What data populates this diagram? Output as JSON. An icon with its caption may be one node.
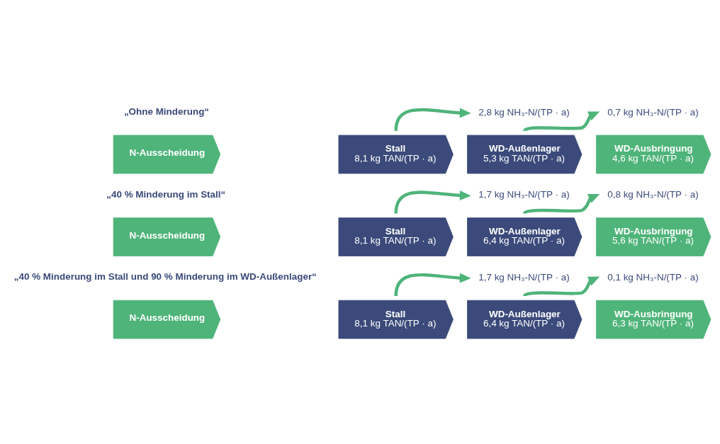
{
  "diagram": {
    "nodes": [
      {
        "text": [
          "N-Ausscheidung"
        ]
      },
      {
        "text": [
          "Stall",
          "8,1 kg TAN/(TP · a)"
        ]
      },
      {
        "text": [
          "WD-Außenlager",
          "5,3 kg TAN/(TP · a)"
        ]
      },
      {
        "text": [
          "WD-Ausbringung",
          "4,6 kg TAN/(TP · a)"
        ]
      },
      {
        "text": [
          "2,8 kg NH₃-N/(TP · a)"
        ]
      },
      {
        "text": [
          "0,7 kg NH₃-N/(TP · a)"
        ]
      },
      {
        "text": [
          "N-Ausscheidung"
        ]
      },
      {
        "text": [
          "Stall",
          "8,1 kg TAN/(TP · a)"
        ]
      },
      {
        "text": [
          "WD-Außenlager",
          "6,4 kg TAN/(TP · a)"
        ]
      },
      {
        "text": [
          "WD-Ausbringung",
          "5,6 kg TAN/(TP · a)"
        ]
      },
      {
        "text": [
          "1,7 kg NH₃-N/(TP · a)"
        ]
      },
      {
        "text": [
          "0,8 kg NH₃-N/(TP · a)"
        ]
      },
      {
        "text": [
          "N-Ausscheidung"
        ]
      },
      {
        "text": [
          "Stall",
          "8,1 kg TAN/(TP · a)"
        ]
      },
      {
        "text": [
          "WD-Außenlager",
          "6,4 kg TAN/(TP · a)"
        ]
      },
      {
        "text": [
          "WD-Ausbringung",
          "6,3 kg TAN/(TP · a)"
        ]
      },
      {
        "text": [
          "1,7 kg NH₃-N/(TP · a)"
        ]
      },
      {
        "text": [
          "0,1 kg NH₃-N/(TP · a)"
        ]
      }
    ],
    "edges": [
      {
        "from": 1,
        "to": 4,
        "arrow": "to"
      },
      {
        "from": 2,
        "to": 5,
        "arrow": "to"
      },
      {
        "from": 7,
        "to": 10,
        "arrow": "to"
      },
      {
        "from": 8,
        "to": 11,
        "arrow": "to"
      },
      {
        "from": 13,
        "to": 16,
        "arrow": "to"
      },
      {
        "from": 14,
        "to": 17,
        "arrow": "to"
      }
    ],
    "labels": [
      "„Ohne Minderung“",
      "„40 % Minderung im Stall“",
      "„40 % Minderung im Stall und 90 % Minderung im WD-Außenlager“"
    ]
  }
}
